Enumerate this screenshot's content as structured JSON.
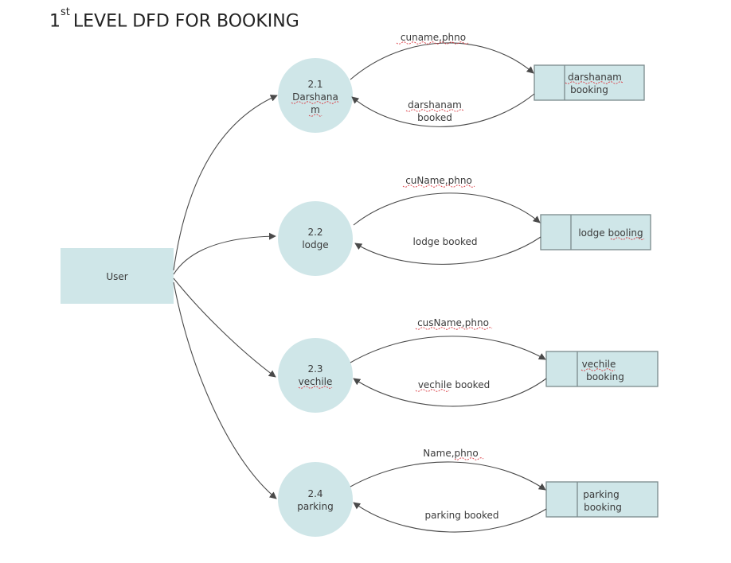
{
  "title": {
    "number": "1",
    "sup": "st",
    "text": "LEVEL DFD FOR BOOKING"
  },
  "entity": {
    "label": "User"
  },
  "processes": [
    {
      "id": "2.1",
      "lines": [
        "Darshana",
        "m"
      ]
    },
    {
      "id": "2.2",
      "lines": [
        "lodge"
      ]
    },
    {
      "id": "2.3",
      "lines": [
        "vechile"
      ]
    },
    {
      "id": "2.4",
      "lines": [
        "parking"
      ]
    }
  ],
  "stores": [
    {
      "lines": [
        "darshanam",
        "booking"
      ]
    },
    {
      "lines": [
        "lodge booling"
      ]
    },
    {
      "lines": [
        "vechile",
        "booking"
      ]
    },
    {
      "lines": [
        "parking",
        "booking"
      ]
    }
  ],
  "flows": [
    {
      "to_store": "cuname,phno",
      "from_store": [
        "darshanam",
        "booked"
      ]
    },
    {
      "to_store": "cuName,phno",
      "from_store": [
        "lodge booked"
      ]
    },
    {
      "to_store": "cusName,phno",
      "from_store": [
        "vechile booked"
      ]
    },
    {
      "to_store": "Name,phno",
      "from_store": [
        "parking booked"
      ]
    }
  ],
  "colors": {
    "shape_fill": "#cfe6e8",
    "line": "#4a4a4a",
    "spellcheck": "#d9363e"
  }
}
